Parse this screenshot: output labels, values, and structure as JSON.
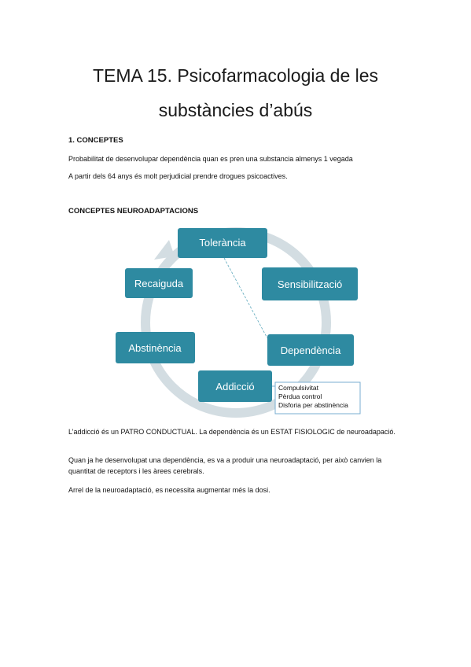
{
  "title_line1": "TEMA 15. Psicofarmacologia de les",
  "title_line2": "substàncies d’abús",
  "section1": {
    "heading": "1. CONCEPTES",
    "para1": "Probabilitat de desenvolupar dependència quan es pren una substancia almenys 1 vegada",
    "para2": "A partir dels 64 anys és molt perjudicial prendre drogues psicoactives."
  },
  "section2": {
    "heading": "CONCEPTES NEUROADAPTACIONS"
  },
  "diagram": {
    "nodes": {
      "tolerancia": "Tolerància",
      "sensibilitzacio": "Sensibilització",
      "dependencia": "Dependència",
      "addiccio": "Addicció",
      "abstinencia": "Abstinència",
      "recaiguda": "Recaiguda"
    },
    "note_lines": [
      "Compulsivitat",
      "Pèrdua control",
      "Disforia per abstinència"
    ],
    "colors": {
      "node_fill": "#2e8aa1",
      "cycle": "#d3dde2",
      "line": "#5aa7bb",
      "note_border": "#7aaed0"
    }
  },
  "body": {
    "para1": "L’addicció és un PATRO CONDUCTUAL. La dependència és un ESTAT FISIOLOGIC de neuroadapació.",
    "para2": "Quan ja he desenvolupat una dependència, es va a produir una neuroadaptació, per això canvien la quantitat de receptors i les àrees cerebrals.",
    "para3": "Arrel de la neuroadaptació, es necessita augmentar més la dosi."
  }
}
